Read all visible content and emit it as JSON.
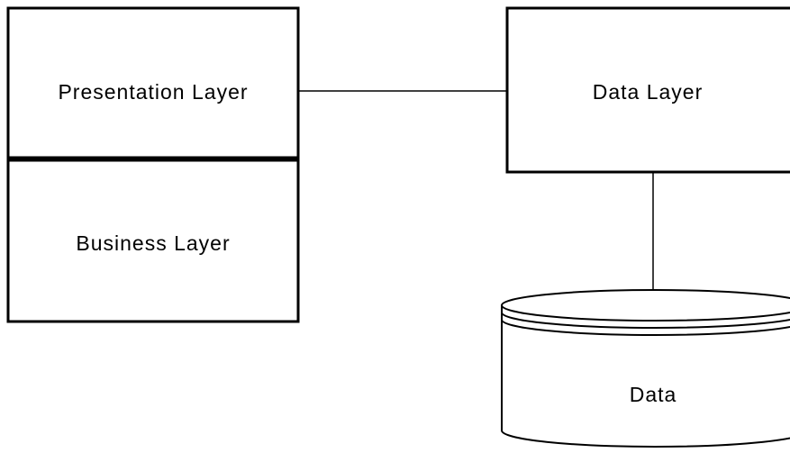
{
  "diagram": {
    "nodes": {
      "presentation": {
        "label": "Presentation Layer"
      },
      "business": {
        "label": "Business Layer"
      },
      "data_layer": {
        "label": "Data Layer"
      },
      "data_store": {
        "label": "Data"
      }
    },
    "edges": [
      {
        "from": "Presentation Layer",
        "to": "Data Layer"
      },
      {
        "from": "Data Layer",
        "to": "Data"
      }
    ]
  }
}
